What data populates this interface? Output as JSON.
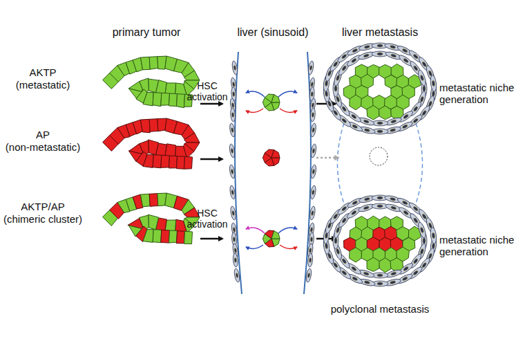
{
  "diagram": {
    "labels": [
      "primary tumor",
      "liver (sinusoid)",
      "liver metastasis",
      "AKTP",
      "(metastatic)",
      "AP",
      "(non-metastatic)",
      "AKTP/AP",
      "(chimeric cluster)",
      "HSC activation",
      "metastatic niche generation",
      "HSC activation",
      "metastatic niche generation",
      "polyclonal metastasis"
    ]
  }
}
